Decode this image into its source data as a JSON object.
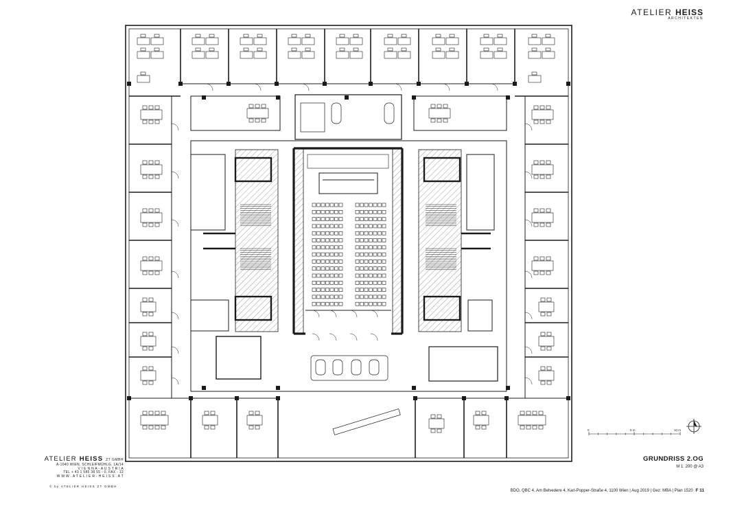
{
  "header": {
    "brand_light": "ATELIER",
    "brand_bold": "HEISS",
    "subtitle": "ARCHITEKTEN"
  },
  "stamp": {
    "brand_light": "ATELIER",
    "brand_bold": "HEISS",
    "brand_suffix": "ZT GMBH",
    "address_line": "A-1040 WIEN, SCHLEIFMÜHLG. 1A/14",
    "city_line": "V I E N N A - A U S T R I A",
    "phone_line": "TEL + 43 1 585 38 55 - 0, FAX - 12",
    "web_line": "W W W . A T E L I E R - H E I S S . A T"
  },
  "copyright": "© by ATELIER HEISS ZT GMBH",
  "sheet": {
    "title": "GRUNDRISS 2.OG",
    "scale": "M 1: 200 @ A3"
  },
  "footer": {
    "info": "BDO, QBC 4, Am Belvedere 4,  Karl-Popper-Straße 4, 1100 Wien | Aug 2019 | Gez: MBA | Plan 1520",
    "sheet_no": "F 11"
  },
  "scale_bar": {
    "labels": [
      "0",
      "5 m",
      "10 m"
    ],
    "meters": [
      0,
      5,
      10
    ]
  },
  "colors": {
    "line": "#1a1a1a",
    "hatch": "#555555",
    "background": "#ffffff"
  },
  "icons": {
    "north": "north-arrow-icon"
  }
}
